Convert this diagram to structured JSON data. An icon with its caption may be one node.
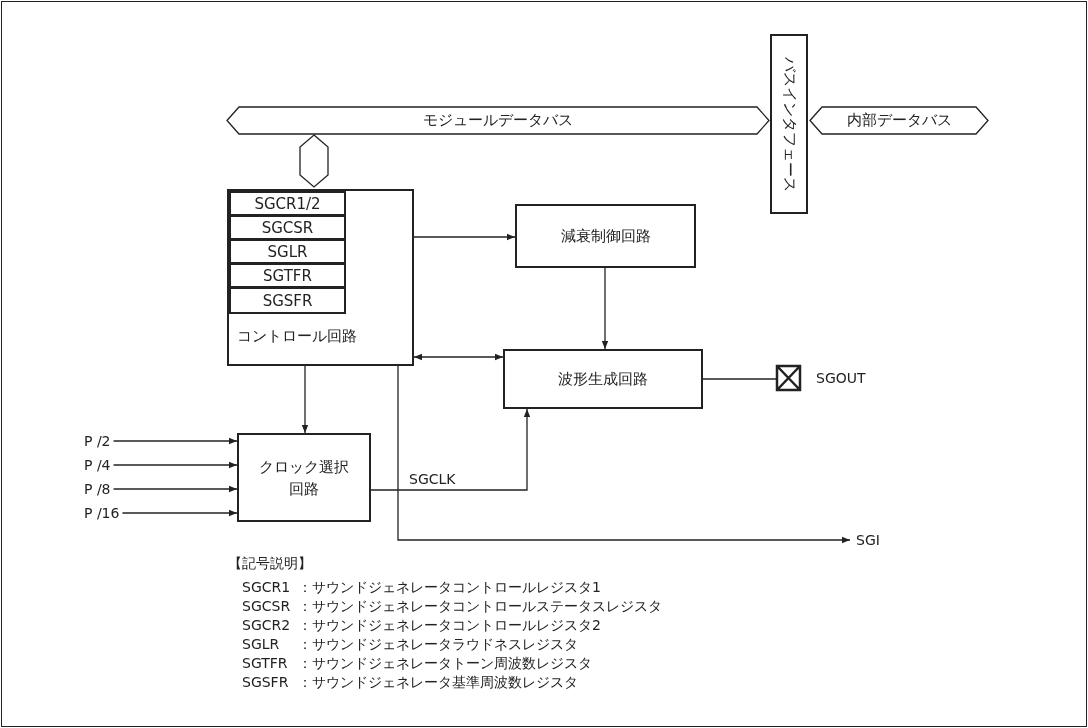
{
  "diagram": {
    "nodes": [
      {
        "text": [
          "モジュールデータバス"
        ]
      },
      {
        "text": [
          "バスインタフェース"
        ]
      },
      {
        "text": [
          "内部データバス"
        ]
      },
      {
        "text": [],
        "shape": "hexagon"
      },
      {
        "text": [
          "コントロール回路"
        ]
      },
      {
        "text": [
          "SGCR1/2"
        ],
        "in": 4
      },
      {
        "text": [
          "SGCSR"
        ],
        "in": 4
      },
      {
        "text": [
          "SGLR"
        ],
        "in": 4
      },
      {
        "text": [
          "SGTFR"
        ],
        "in": 4
      },
      {
        "text": [
          "SGSFR"
        ],
        "in": 4
      },
      {
        "text": [
          "減衰制御回路"
        ]
      },
      {
        "text": [
          "波形生成回路"
        ]
      },
      {
        "text": [],
        "shape": "box",
        "beside": [
          "SGOUT"
        ]
      },
      {
        "text": [
          "P /2"
        ]
      },
      {
        "text": [
          "P /4"
        ]
      },
      {
        "text": [
          "P /8"
        ]
      },
      {
        "text": [
          "P /16"
        ]
      },
      {
        "text": [
          "クロック選択回路"
        ]
      },
      {
        "text": [
          "SGI"
        ]
      }
    ],
    "edges": [
      {
        "from": 4,
        "to": 10,
        "arrow": "to"
      },
      {
        "from": 10,
        "to": 11,
        "arrow": "to"
      },
      {
        "from": 4,
        "to": 11,
        "arrow": "both"
      },
      {
        "from": 11,
        "to": 12,
        "arrow": "none"
      },
      {
        "from": 4,
        "to": 17,
        "arrow": "to"
      },
      {
        "from": 13,
        "to": 17,
        "arrow": "to"
      },
      {
        "from": 14,
        "to": 17,
        "arrow": "to"
      },
      {
        "from": 15,
        "to": 17,
        "arrow": "to"
      },
      {
        "from": 16,
        "to": 17,
        "arrow": "to"
      },
      {
        "from": 17,
        "to": 11,
        "arrow": "to",
        "label": "SGCLK"
      },
      {
        "from": 4,
        "to": 18,
        "arrow": "to"
      }
    ],
    "labels": [
      "【記号説明】",
      "SGCR1",
      "：サウンドジェネレータコントロールレジスタ1",
      "SGCSR",
      "：サウンドジェネレータコントロールステータスレジスタ",
      "SGCR2",
      "：サウンドジェネレータコントロールレジスタ2",
      "SGLR",
      "：サウンドジェネレータラウドネスレジスタ",
      "SGTFR",
      "：サウンドジェネレータトーン周波数レジスタ",
      "SGSFR",
      "：サウンドジェネレータ基準周波数レジスタ"
    ]
  }
}
